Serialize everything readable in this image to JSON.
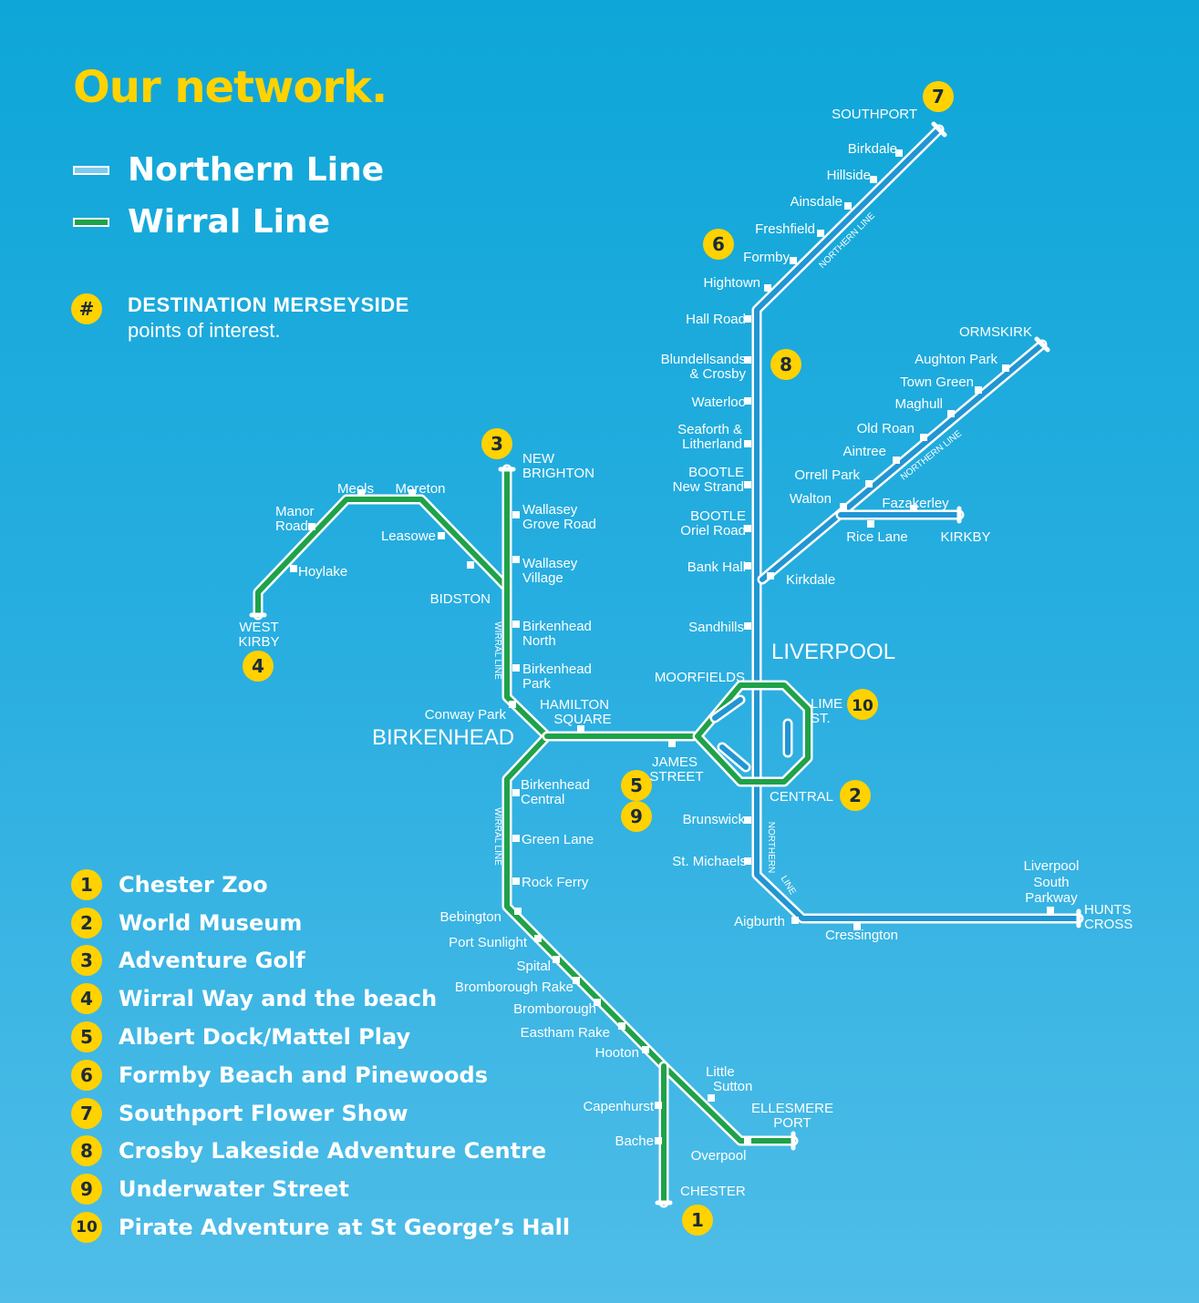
{
  "title": "Our network.",
  "legend": {
    "lines": [
      {
        "name": "Northern Line",
        "color": "#2196d3"
      },
      {
        "name": "Wirral Line",
        "color": "#1fa24a"
      }
    ],
    "poi_symbol": "#",
    "poi_title": "DESTINATION  MERSEYSIDE",
    "poi_subtitle": "points of interest."
  },
  "colors": {
    "northern": "#2196d3",
    "wirral": "#1fa24a",
    "badge": "#ffd200",
    "casing": "#ffffff"
  },
  "line_labels": {
    "northern_line": "NORTHERN LINE",
    "wirral_line": "WIRRAL LINE",
    "northern_vertical_1": "NORTHERN",
    "northern_vertical_2": "LINE"
  },
  "areas": {
    "liverpool": "LIVERPOOL",
    "birkenhead": "BIRKENHEAD"
  },
  "stations": {
    "southport": "SOUTHPORT",
    "birkdale": "Birkdale",
    "hillside": "Hillside",
    "ainsdale": "Ainsdale",
    "freshfield": "Freshfield",
    "formby": "Formby",
    "hightown": "Hightown",
    "hall_road": "Hall Road",
    "blundellsands_1": "Blundellsands",
    "blundellsands_2": "& Crosby",
    "waterloo": "Waterloo",
    "seaforth_1": "Seaforth &",
    "seaforth_2": "Litherland",
    "bootle_ns_1": "BOOTLE",
    "bootle_ns_2": "New Strand",
    "bootle_or_1": "BOOTLE",
    "bootle_or_2": "Oriel Road",
    "bank_hall": "Bank Hall",
    "sandhills": "Sandhills",
    "kirkdale": "Kirkdale",
    "ormskirk": "ORMSKIRK",
    "aughton_park": "Aughton Park",
    "town_green": "Town Green",
    "maghull": "Maghull",
    "old_roan": "Old Roan",
    "aintree": "Aintree",
    "orrell_park": "Orrell Park",
    "walton": "Walton",
    "fazakerley": "Fazakerley",
    "rice_lane": "Rice Lane",
    "kirkby": "KIRKBY",
    "moorfields": "MOORFIELDS",
    "lime_st_1": "LIME",
    "lime_st_2": "ST.",
    "central": "CENTRAL",
    "james_street_1": "JAMES",
    "james_street_2": "STREET",
    "brunswick": "Brunswick",
    "st_michaels": "St. Michaels",
    "aigburth": "Aigburth",
    "cressington": "Cressington",
    "liverpool_south_parkway_1": "Liverpool",
    "liverpool_south_parkway_2": "South",
    "liverpool_south_parkway_3": "Parkway",
    "hunts_cross_1": "HUNTS",
    "hunts_cross_2": "CROSS",
    "new_brighton_1": "NEW",
    "new_brighton_2": "BRIGHTON",
    "wallasey_grove_road_1": "Wallasey",
    "wallasey_grove_road_2": "Grove Road",
    "wallasey_village_1": "Wallasey",
    "wallasey_village_2": "Village",
    "meols": "Meols",
    "moreton": "Moreton",
    "manor_road_1": "Manor",
    "manor_road_2": "Road",
    "leasowe": "Leasowe",
    "hoylake": "Hoylake",
    "west_kirby_1": "WEST",
    "west_kirby_2": "KIRBY",
    "bidston": "BIDSTON",
    "birkenhead_north_1": "Birkenhead",
    "birkenhead_north_2": "North",
    "birkenhead_park_1": "Birkenhead",
    "birkenhead_park_2": "Park",
    "conway_park": "Conway Park",
    "hamilton_square_1": "HAMILTON",
    "hamilton_square_2": "SQUARE",
    "birkenhead_central_1": "Birkenhead",
    "birkenhead_central_2": "Central",
    "green_lane": "Green Lane",
    "rock_ferry": "Rock Ferry",
    "bebington": "Bebington",
    "port_sunlight": "Port Sunlight",
    "spital": "Spital",
    "bromborough_rake": "Bromborough Rake",
    "bromborough": "Bromborough",
    "eastham_rake": "Eastham Rake",
    "hooton": "Hooton",
    "little_sutton_1": "Little",
    "little_sutton_2": "Sutton",
    "ellesmere_port_1": "ELLESMERE",
    "ellesmere_port_2": "PORT",
    "overpool": "Overpool",
    "capenhurst": "Capenhurst",
    "bache": "Bache",
    "chester": "CHESTER"
  },
  "destinations": [
    {
      "number": "1",
      "name": "Chester Zoo"
    },
    {
      "number": "2",
      "name": "World Museum"
    },
    {
      "number": "3",
      "name": "Adventure Golf"
    },
    {
      "number": "4",
      "name": "Wirral Way and the beach"
    },
    {
      "number": "5",
      "name": "Albert Dock/Mattel Play"
    },
    {
      "number": "6",
      "name": "Formby Beach and Pinewoods"
    },
    {
      "number": "7",
      "name": "Southport Flower Show"
    },
    {
      "number": "8",
      "name": "Crosby Lakeside Adventure Centre"
    },
    {
      "number": "9",
      "name": "Underwater Street"
    },
    {
      "number": "10",
      "name": "Pirate Adventure at St George’s Hall"
    }
  ]
}
